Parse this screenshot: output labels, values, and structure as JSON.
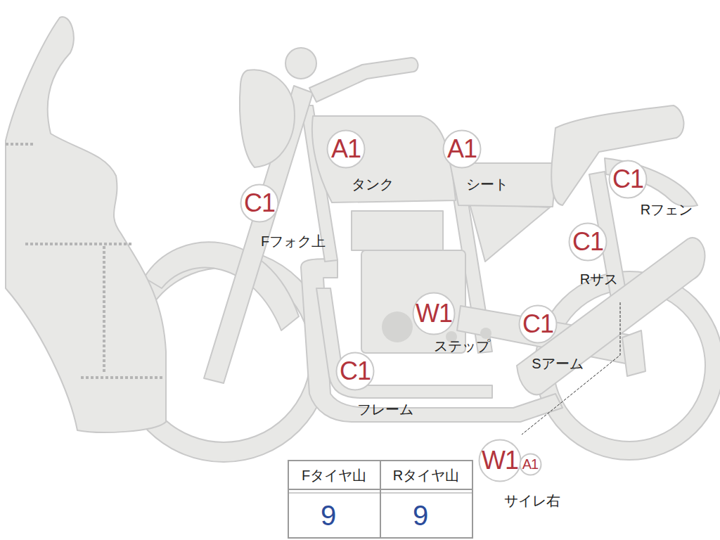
{
  "diagram": {
    "nodes": [
      {
        "text": [
          "A1"
        ]
      },
      {
        "text": [
          "A1"
        ]
      },
      {
        "text": [
          "C1"
        ]
      },
      {
        "text": [
          "C1"
        ]
      },
      {
        "text": [
          "C1"
        ]
      },
      {
        "text": [
          "W1"
        ]
      },
      {
        "text": [
          "C1"
        ]
      },
      {
        "text": [
          "C1"
        ]
      },
      {
        "text": [
          "W1"
        ]
      },
      {
        "text": [
          "A1"
        ]
      }
    ],
    "labels": [
      "タンク",
      "シート",
      "Rフェン",
      "Fフォク上",
      "Rサス",
      "ステップ",
      "Sアーム",
      "フレーム",
      "サイレ右",
      "Fタイヤ山",
      "Rタイヤ山",
      "9",
      "9"
    ]
  }
}
